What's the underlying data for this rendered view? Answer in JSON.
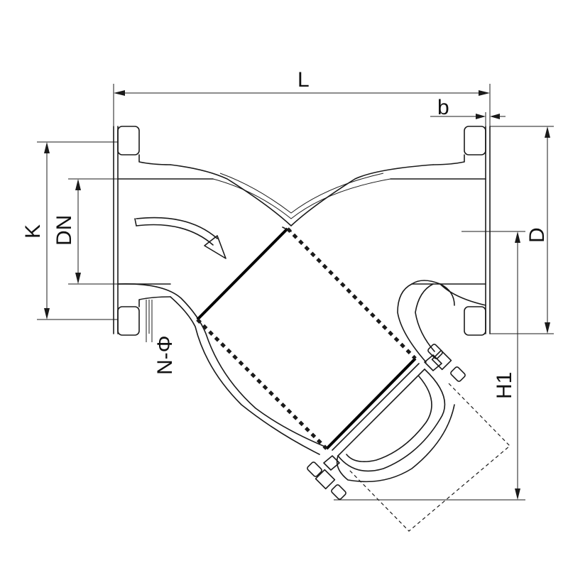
{
  "labels": {
    "L": "L",
    "b": "b",
    "K": "K",
    "DN": "DN",
    "D": "D",
    "H1": "H1",
    "N_phi": "N-Φ"
  }
}
